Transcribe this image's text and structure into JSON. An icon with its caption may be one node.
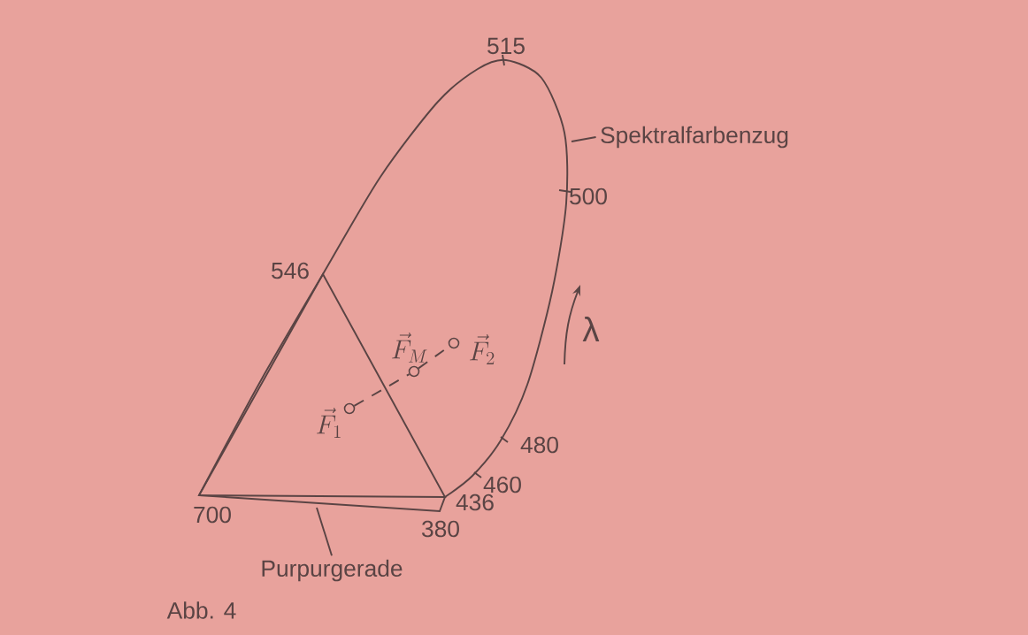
{
  "diagram": {
    "nodes": [
      {
        "text": [
          "Spektralfarbenzug"
        ]
      },
      {
        "text": [
          "Purpurgerade"
        ]
      },
      {
        "text": [],
        "shape": "circle",
        "beside": [
          "\\vec{F}_1"
        ]
      },
      {
        "text": [],
        "shape": "circle",
        "beside": [
          "\\vec{F}_M"
        ]
      },
      {
        "text": [],
        "shape": "circle",
        "beside": [
          "\\vec{F}_2"
        ]
      }
    ],
    "edges": [
      {
        "from": 0,
        "to": null,
        "arrow": "none"
      },
      {
        "from": 1,
        "to": null,
        "arrow": "none"
      },
      {
        "from": 2,
        "to": 3,
        "arrow": "none",
        "style": "dashed"
      },
      {
        "from": 3,
        "to": 4,
        "arrow": "none",
        "style": "dashed"
      }
    ],
    "labels": [
      "515",
      "500",
      "546",
      "λ",
      "480",
      "460",
      "436",
      "700",
      "380",
      "Abb. 4"
    ]
  }
}
